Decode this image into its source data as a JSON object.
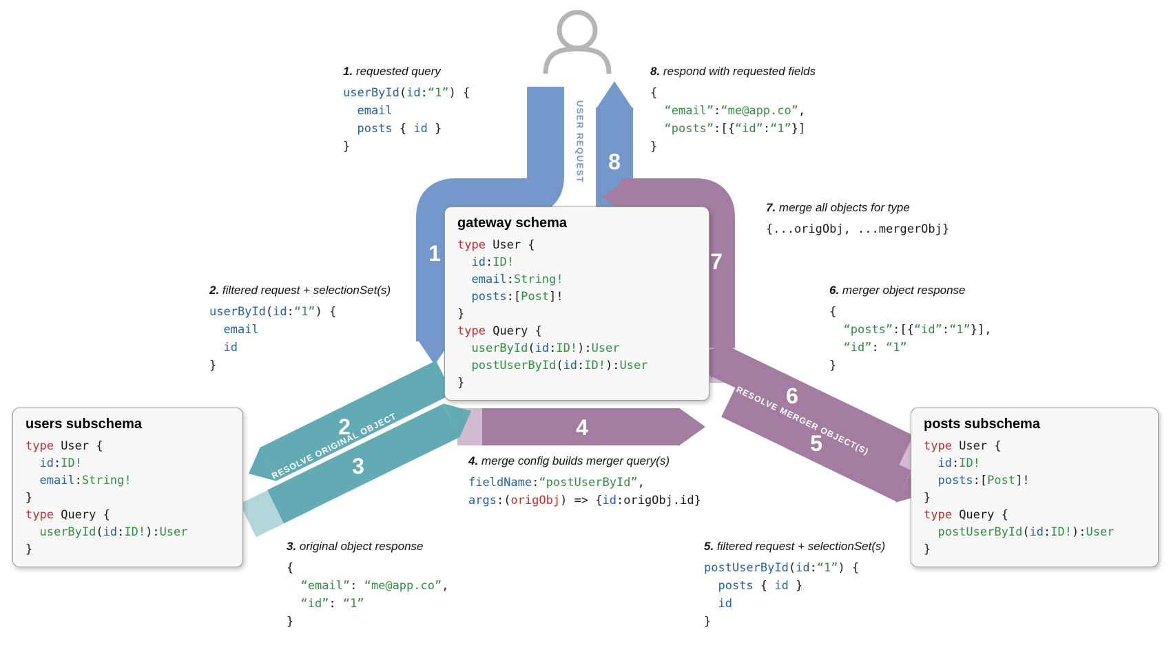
{
  "colors": {
    "blue": "#7498cc",
    "teal": "#62aab4",
    "teal_light": "#b2d6da",
    "purple": "#a37da1",
    "purple_light": "#d2bad0",
    "red": "#c92a2a",
    "field_blue": "#2162aa",
    "green": "#2f9140",
    "icon_gray": "#b5b5b5"
  },
  "flow": {
    "user_request_label": "USER REQUEST",
    "resolve_original_label": "RESOLVE ORIGINAL OBJECT",
    "resolve_merger_label": "RESOLVE MERGER OBJECT(S)",
    "steps": {
      "s1": "1",
      "s2": "2",
      "s3": "3",
      "s4": "4",
      "s5": "5",
      "s6": "6",
      "s7": "7",
      "s8": "8"
    }
  },
  "boxes": {
    "gateway": {
      "title": "gateway schema",
      "code": [
        [
          [
            "k",
            "type"
          ],
          [
            "p",
            " User {"
          ]
        ],
        [
          [
            "p",
            "  "
          ],
          [
            "f",
            "id"
          ],
          [
            "p",
            ":"
          ],
          [
            "t",
            "ID!"
          ]
        ],
        [
          [
            "p",
            "  "
          ],
          [
            "f",
            "email"
          ],
          [
            "p",
            ":"
          ],
          [
            "t",
            "String!"
          ]
        ],
        [
          [
            "p",
            "  "
          ],
          [
            "f",
            "posts"
          ],
          [
            "p",
            ":["
          ],
          [
            "t",
            "Post"
          ],
          [
            "p",
            "]!"
          ]
        ],
        [
          [
            "p",
            "}"
          ]
        ],
        [
          [
            "k",
            "type"
          ],
          [
            "p",
            " Query {"
          ]
        ],
        [
          [
            "p",
            "  "
          ],
          [
            "t",
            "userById"
          ],
          [
            "p",
            "("
          ],
          [
            "f",
            "id"
          ],
          [
            "p",
            ":"
          ],
          [
            "t",
            "ID!"
          ],
          [
            "p",
            "):"
          ],
          [
            "t",
            "User"
          ]
        ],
        [
          [
            "p",
            "  "
          ],
          [
            "t",
            "postUserById"
          ],
          [
            "p",
            "("
          ],
          [
            "f",
            "id"
          ],
          [
            "p",
            ":"
          ],
          [
            "t",
            "ID!"
          ],
          [
            "p",
            "):"
          ],
          [
            "t",
            "User"
          ]
        ],
        [
          [
            "p",
            "}"
          ]
        ]
      ]
    },
    "users": {
      "title": "users subschema",
      "code": [
        [
          [
            "k",
            "type"
          ],
          [
            "p",
            " User {"
          ]
        ],
        [
          [
            "p",
            "  "
          ],
          [
            "f",
            "id"
          ],
          [
            "p",
            ":"
          ],
          [
            "t",
            "ID!"
          ]
        ],
        [
          [
            "p",
            "  "
          ],
          [
            "f",
            "email"
          ],
          [
            "p",
            ":"
          ],
          [
            "t",
            "String!"
          ]
        ],
        [
          [
            "p",
            "}"
          ]
        ],
        [
          [
            "k",
            "type"
          ],
          [
            "p",
            " Query {"
          ]
        ],
        [
          [
            "p",
            "  "
          ],
          [
            "t",
            "userById"
          ],
          [
            "p",
            "("
          ],
          [
            "f",
            "id"
          ],
          [
            "p",
            ":"
          ],
          [
            "t",
            "ID!"
          ],
          [
            "p",
            "):"
          ],
          [
            "t",
            "User"
          ]
        ],
        [
          [
            "p",
            "}"
          ]
        ]
      ]
    },
    "posts": {
      "title": "posts subschema",
      "code": [
        [
          [
            "k",
            "type"
          ],
          [
            "p",
            " User {"
          ]
        ],
        [
          [
            "p",
            "  "
          ],
          [
            "f",
            "id"
          ],
          [
            "p",
            ":"
          ],
          [
            "t",
            "ID!"
          ]
        ],
        [
          [
            "p",
            "  "
          ],
          [
            "f",
            "posts"
          ],
          [
            "p",
            ":["
          ],
          [
            "t",
            "Post"
          ],
          [
            "p",
            "]!"
          ]
        ],
        [
          [
            "p",
            "}"
          ]
        ],
        [
          [
            "k",
            "type"
          ],
          [
            "p",
            " Query {"
          ]
        ],
        [
          [
            "p",
            "  "
          ],
          [
            "t",
            "postUserById"
          ],
          [
            "p",
            "("
          ],
          [
            "f",
            "id"
          ],
          [
            "p",
            ":"
          ],
          [
            "t",
            "ID!"
          ],
          [
            "p",
            "):"
          ],
          [
            "t",
            "User"
          ]
        ],
        [
          [
            "p",
            "}"
          ]
        ]
      ]
    }
  },
  "annotations": {
    "a1": {
      "num": "1.",
      "title": "requested query",
      "code": [
        [
          [
            "f",
            "userById"
          ],
          [
            "p",
            "("
          ],
          [
            "f",
            "id"
          ],
          [
            "p",
            ":"
          ],
          [
            "t",
            "“1”"
          ],
          [
            "p",
            ") {"
          ]
        ],
        [
          [
            "p",
            "  "
          ],
          [
            "f",
            "email"
          ]
        ],
        [
          [
            "p",
            "  "
          ],
          [
            "f",
            "posts"
          ],
          [
            "p",
            " { "
          ],
          [
            "f",
            "id"
          ],
          [
            "p",
            " }"
          ]
        ],
        [
          [
            "p",
            "}"
          ]
        ]
      ]
    },
    "a2": {
      "num": "2.",
      "title": "filtered request + selectionSet(s)",
      "code": [
        [
          [
            "f",
            "userById"
          ],
          [
            "p",
            "("
          ],
          [
            "f",
            "id"
          ],
          [
            "p",
            ":"
          ],
          [
            "t",
            "“1”"
          ],
          [
            "p",
            ") {"
          ]
        ],
        [
          [
            "p",
            "  "
          ],
          [
            "f",
            "email"
          ]
        ],
        [
          [
            "p",
            "  "
          ],
          [
            "f",
            "id"
          ]
        ],
        [
          [
            "p",
            "}"
          ]
        ]
      ]
    },
    "a3": {
      "num": "3.",
      "title": "original object response",
      "code": [
        [
          [
            "p",
            "{"
          ]
        ],
        [
          [
            "p",
            "  "
          ],
          [
            "t",
            "“email”"
          ],
          [
            "p",
            ": "
          ],
          [
            "t",
            "“me@app.co”"
          ],
          [
            "p",
            ","
          ]
        ],
        [
          [
            "p",
            "  "
          ],
          [
            "t",
            "“id”"
          ],
          [
            "p",
            ": "
          ],
          [
            "t",
            "“1”"
          ]
        ],
        [
          [
            "p",
            "}"
          ]
        ]
      ]
    },
    "a4": {
      "num": "4.",
      "title": "merge config builds merger query(s)",
      "code": [
        [
          [
            "f",
            "fieldName"
          ],
          [
            "p",
            ":"
          ],
          [
            "t",
            "“postUserById”"
          ],
          [
            "p",
            ","
          ]
        ],
        [
          [
            "f",
            "args"
          ],
          [
            "p",
            ":("
          ],
          [
            "k",
            "origObj"
          ],
          [
            "p",
            ") => {"
          ],
          [
            "f",
            "id"
          ],
          [
            "p",
            ":origObj.id}"
          ]
        ]
      ]
    },
    "a5": {
      "num": "5.",
      "title": "filtered request + selectionSet(s)",
      "code": [
        [
          [
            "f",
            "postUserById"
          ],
          [
            "p",
            "("
          ],
          [
            "f",
            "id"
          ],
          [
            "p",
            ":"
          ],
          [
            "t",
            "“1”"
          ],
          [
            "p",
            ") {"
          ]
        ],
        [
          [
            "p",
            "  "
          ],
          [
            "f",
            "posts"
          ],
          [
            "p",
            " { "
          ],
          [
            "f",
            "id"
          ],
          [
            "p",
            " }"
          ]
        ],
        [
          [
            "p",
            "  "
          ],
          [
            "f",
            "id"
          ]
        ],
        [
          [
            "p",
            "}"
          ]
        ]
      ]
    },
    "a6": {
      "num": "6.",
      "title": "merger object response",
      "code": [
        [
          [
            "p",
            "{"
          ]
        ],
        [
          [
            "p",
            "  "
          ],
          [
            "t",
            "“posts”"
          ],
          [
            "p",
            ":[{"
          ],
          [
            "t",
            "“id”"
          ],
          [
            "p",
            ":"
          ],
          [
            "t",
            "“1”"
          ],
          [
            "p",
            "}],"
          ]
        ],
        [
          [
            "p",
            "  "
          ],
          [
            "t",
            "“id”"
          ],
          [
            "p",
            ": "
          ],
          [
            "t",
            "“1”"
          ]
        ],
        [
          [
            "p",
            "}"
          ]
        ]
      ]
    },
    "a7": {
      "num": "7.",
      "title": "merge all objects for type",
      "code": [
        [
          [
            "p",
            "{...origObj, ...mergerObj}"
          ]
        ]
      ]
    },
    "a8": {
      "num": "8.",
      "title": "respond with requested fields",
      "code": [
        [
          [
            "p",
            "{"
          ]
        ],
        [
          [
            "p",
            "  "
          ],
          [
            "t",
            "“email”"
          ],
          [
            "p",
            ":"
          ],
          [
            "t",
            "“me@app.co”"
          ],
          [
            "p",
            ","
          ]
        ],
        [
          [
            "p",
            "  "
          ],
          [
            "t",
            "“posts”"
          ],
          [
            "p",
            ":[{"
          ],
          [
            "t",
            "“id”"
          ],
          [
            "p",
            ":"
          ],
          [
            "t",
            "“1”"
          ],
          [
            "p",
            "}]"
          ]
        ],
        [
          [
            "p",
            "}"
          ]
        ]
      ]
    }
  }
}
